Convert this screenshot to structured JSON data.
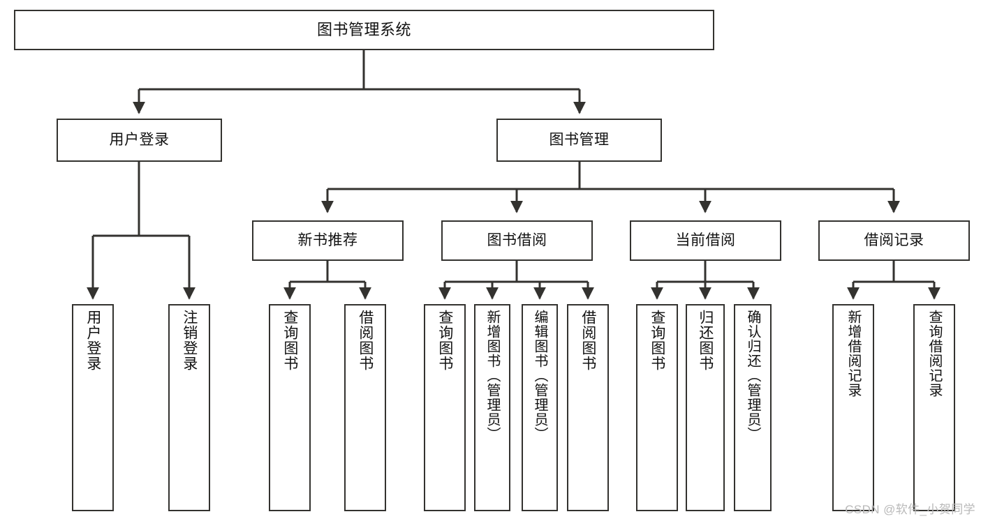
{
  "diagram": {
    "type": "tree",
    "title": "图书管理系统",
    "colors": {
      "stroke": "#33322f",
      "fill": "#ffffff",
      "text": "#111111",
      "watermark": "#b9b9b9"
    },
    "nodes": {
      "root": {
        "label": "图书管理系统",
        "orientation": "horizontal"
      },
      "t2_user_login": {
        "label": "用户登录",
        "orientation": "horizontal"
      },
      "t2_book_mgmt": {
        "label": "图书管理",
        "orientation": "horizontal"
      },
      "t3_new_book_rec": {
        "label": "新书推荐",
        "orientation": "horizontal"
      },
      "t3_book_borrow": {
        "label": "图书借阅",
        "orientation": "horizontal"
      },
      "t3_current_borrow": {
        "label": "当前借阅",
        "orientation": "horizontal"
      },
      "t3_borrow_record": {
        "label": "借阅记录",
        "orientation": "horizontal"
      },
      "leaf_user_login": {
        "label": "用户登录",
        "orientation": "vertical"
      },
      "leaf_logout": {
        "label": "注销登录",
        "orientation": "vertical"
      },
      "leaf_query_book_1": {
        "label": "查询图书",
        "orientation": "vertical"
      },
      "leaf_borrow_book_1": {
        "label": "借阅图书",
        "orientation": "vertical"
      },
      "leaf_query_book_2": {
        "label": "查询图书",
        "orientation": "vertical"
      },
      "leaf_add_book": {
        "label": "新增图书（管理员）",
        "orientation": "vertical"
      },
      "leaf_edit_book": {
        "label": "编辑图书（管理员）",
        "orientation": "vertical"
      },
      "leaf_borrow_book_2": {
        "label": "借阅图书",
        "orientation": "vertical"
      },
      "leaf_query_book_3": {
        "label": "查询图书",
        "orientation": "vertical"
      },
      "leaf_return_book": {
        "label": "归还图书",
        "orientation": "vertical"
      },
      "leaf_confirm_return": {
        "label": "确认归还（管理员）",
        "orientation": "vertical"
      },
      "leaf_add_record": {
        "label": "新增借阅记录",
        "orientation": "vertical"
      },
      "leaf_query_record": {
        "label": "查询借阅记录",
        "orientation": "vertical"
      }
    },
    "edges": [
      {
        "from": "root",
        "to": "t2_user_login"
      },
      {
        "from": "root",
        "to": "t2_book_mgmt"
      },
      {
        "from": "t2_user_login",
        "to": "leaf_user_login"
      },
      {
        "from": "t2_user_login",
        "to": "leaf_logout"
      },
      {
        "from": "t2_book_mgmt",
        "to": "t3_new_book_rec"
      },
      {
        "from": "t2_book_mgmt",
        "to": "t3_book_borrow"
      },
      {
        "from": "t2_book_mgmt",
        "to": "t3_current_borrow"
      },
      {
        "from": "t2_book_mgmt",
        "to": "t3_borrow_record"
      },
      {
        "from": "t3_new_book_rec",
        "to": "leaf_query_book_1"
      },
      {
        "from": "t3_new_book_rec",
        "to": "leaf_borrow_book_1"
      },
      {
        "from": "t3_book_borrow",
        "to": "leaf_query_book_2"
      },
      {
        "from": "t3_book_borrow",
        "to": "leaf_add_book"
      },
      {
        "from": "t3_book_borrow",
        "to": "leaf_edit_book"
      },
      {
        "from": "t3_book_borrow",
        "to": "leaf_borrow_book_2"
      },
      {
        "from": "t3_current_borrow",
        "to": "leaf_query_book_3"
      },
      {
        "from": "t3_current_borrow",
        "to": "leaf_return_book"
      },
      {
        "from": "t3_current_borrow",
        "to": "leaf_confirm_return"
      },
      {
        "from": "t3_borrow_record",
        "to": "leaf_add_record"
      },
      {
        "from": "t3_borrow_record",
        "to": "leaf_query_record"
      }
    ]
  },
  "watermark": "CSDN @软件_小贺同学"
}
